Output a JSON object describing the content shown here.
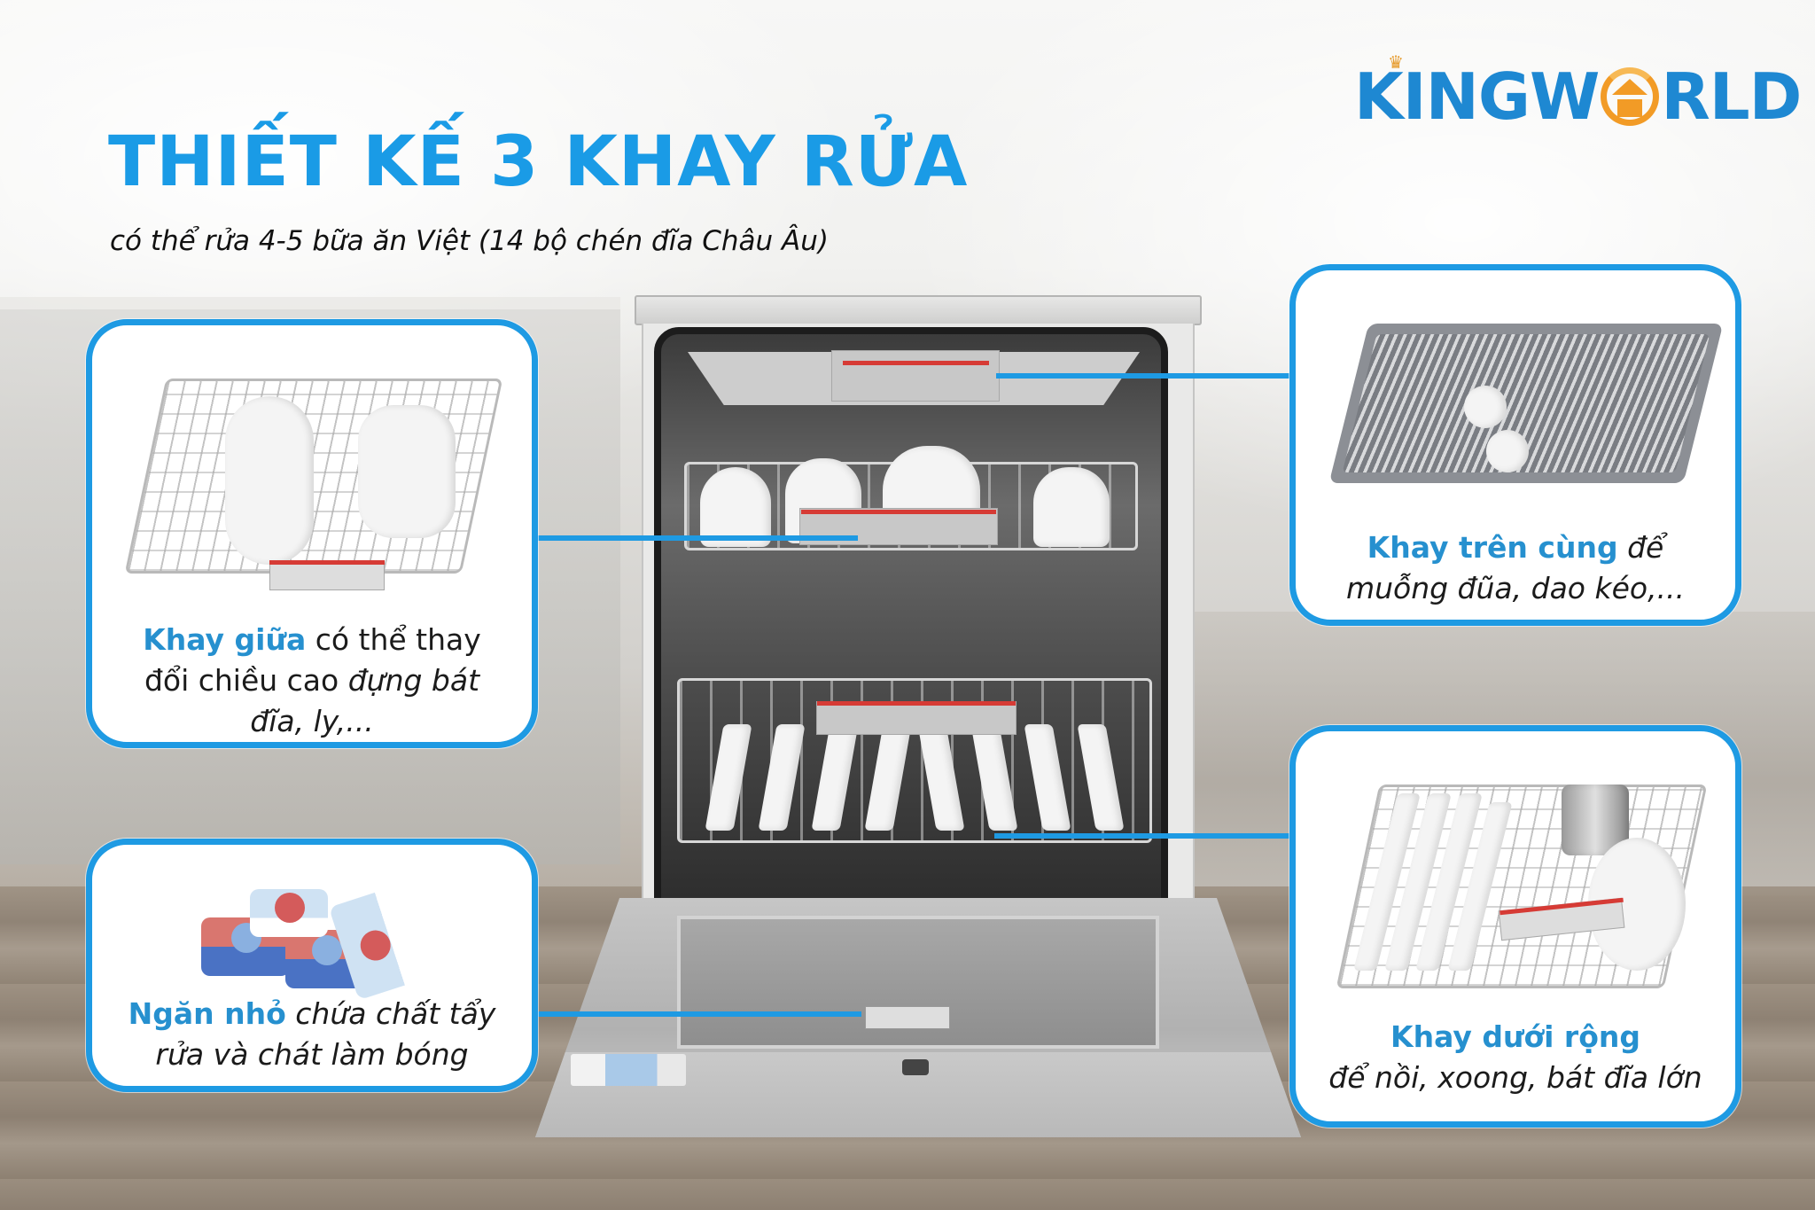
{
  "brand": {
    "logo_text_left": "KINGW",
    "logo_text_right": "RLD",
    "logo_icon": "house-circle-icon",
    "colors": {
      "primary_blue": "#1e88d2",
      "accent_orange": "#f29b26"
    }
  },
  "header": {
    "title": "THIẾT KẾ 3 KHAY RỬA",
    "subtitle": "có thể rửa 4-5 bữa ăn Việt (14 bộ chén đĩa Châu Âu)",
    "title_color": "#1a9be6"
  },
  "product": {
    "name": "dishwasher",
    "description": "Front view of an open freestanding dishwasher with three racks"
  },
  "features": [
    {
      "id": "middle-rack",
      "image": "middle-rack-basket-with-plates-and-glasses",
      "highlight": "Khay giữa",
      "text_normal": " có thể thay đổi chiều cao ",
      "text_italic": "đựng bát đĩa, ly,...",
      "line1_rest": " có thể thay",
      "line2": "đổi chiều cao ",
      "line2_italic": "đựng bát",
      "line3_italic": "đĩa, ly,..."
    },
    {
      "id": "top-tray",
      "image": "cutlery-tray",
      "highlight": "Khay trên cùng",
      "line1_italic": " để",
      "line2_italic": "muỗng đũa, dao kéo,..."
    },
    {
      "id": "detergent-compartment",
      "image": "dishwasher-tablets",
      "highlight": "Ngăn nhỏ",
      "line1_italic": " chứa chất tẩy",
      "line2_italic": "rửa và chát làm bóng"
    },
    {
      "id": "bottom-rack",
      "image": "bottom-rack-with-pot-and-plates",
      "highlight": "Khay dưới rộng",
      "line2_italic": "để nồi, xoong, bát đĩa lớn"
    }
  ],
  "connector_color": "#1e9ae3",
  "highlight_color": "#2690cf"
}
